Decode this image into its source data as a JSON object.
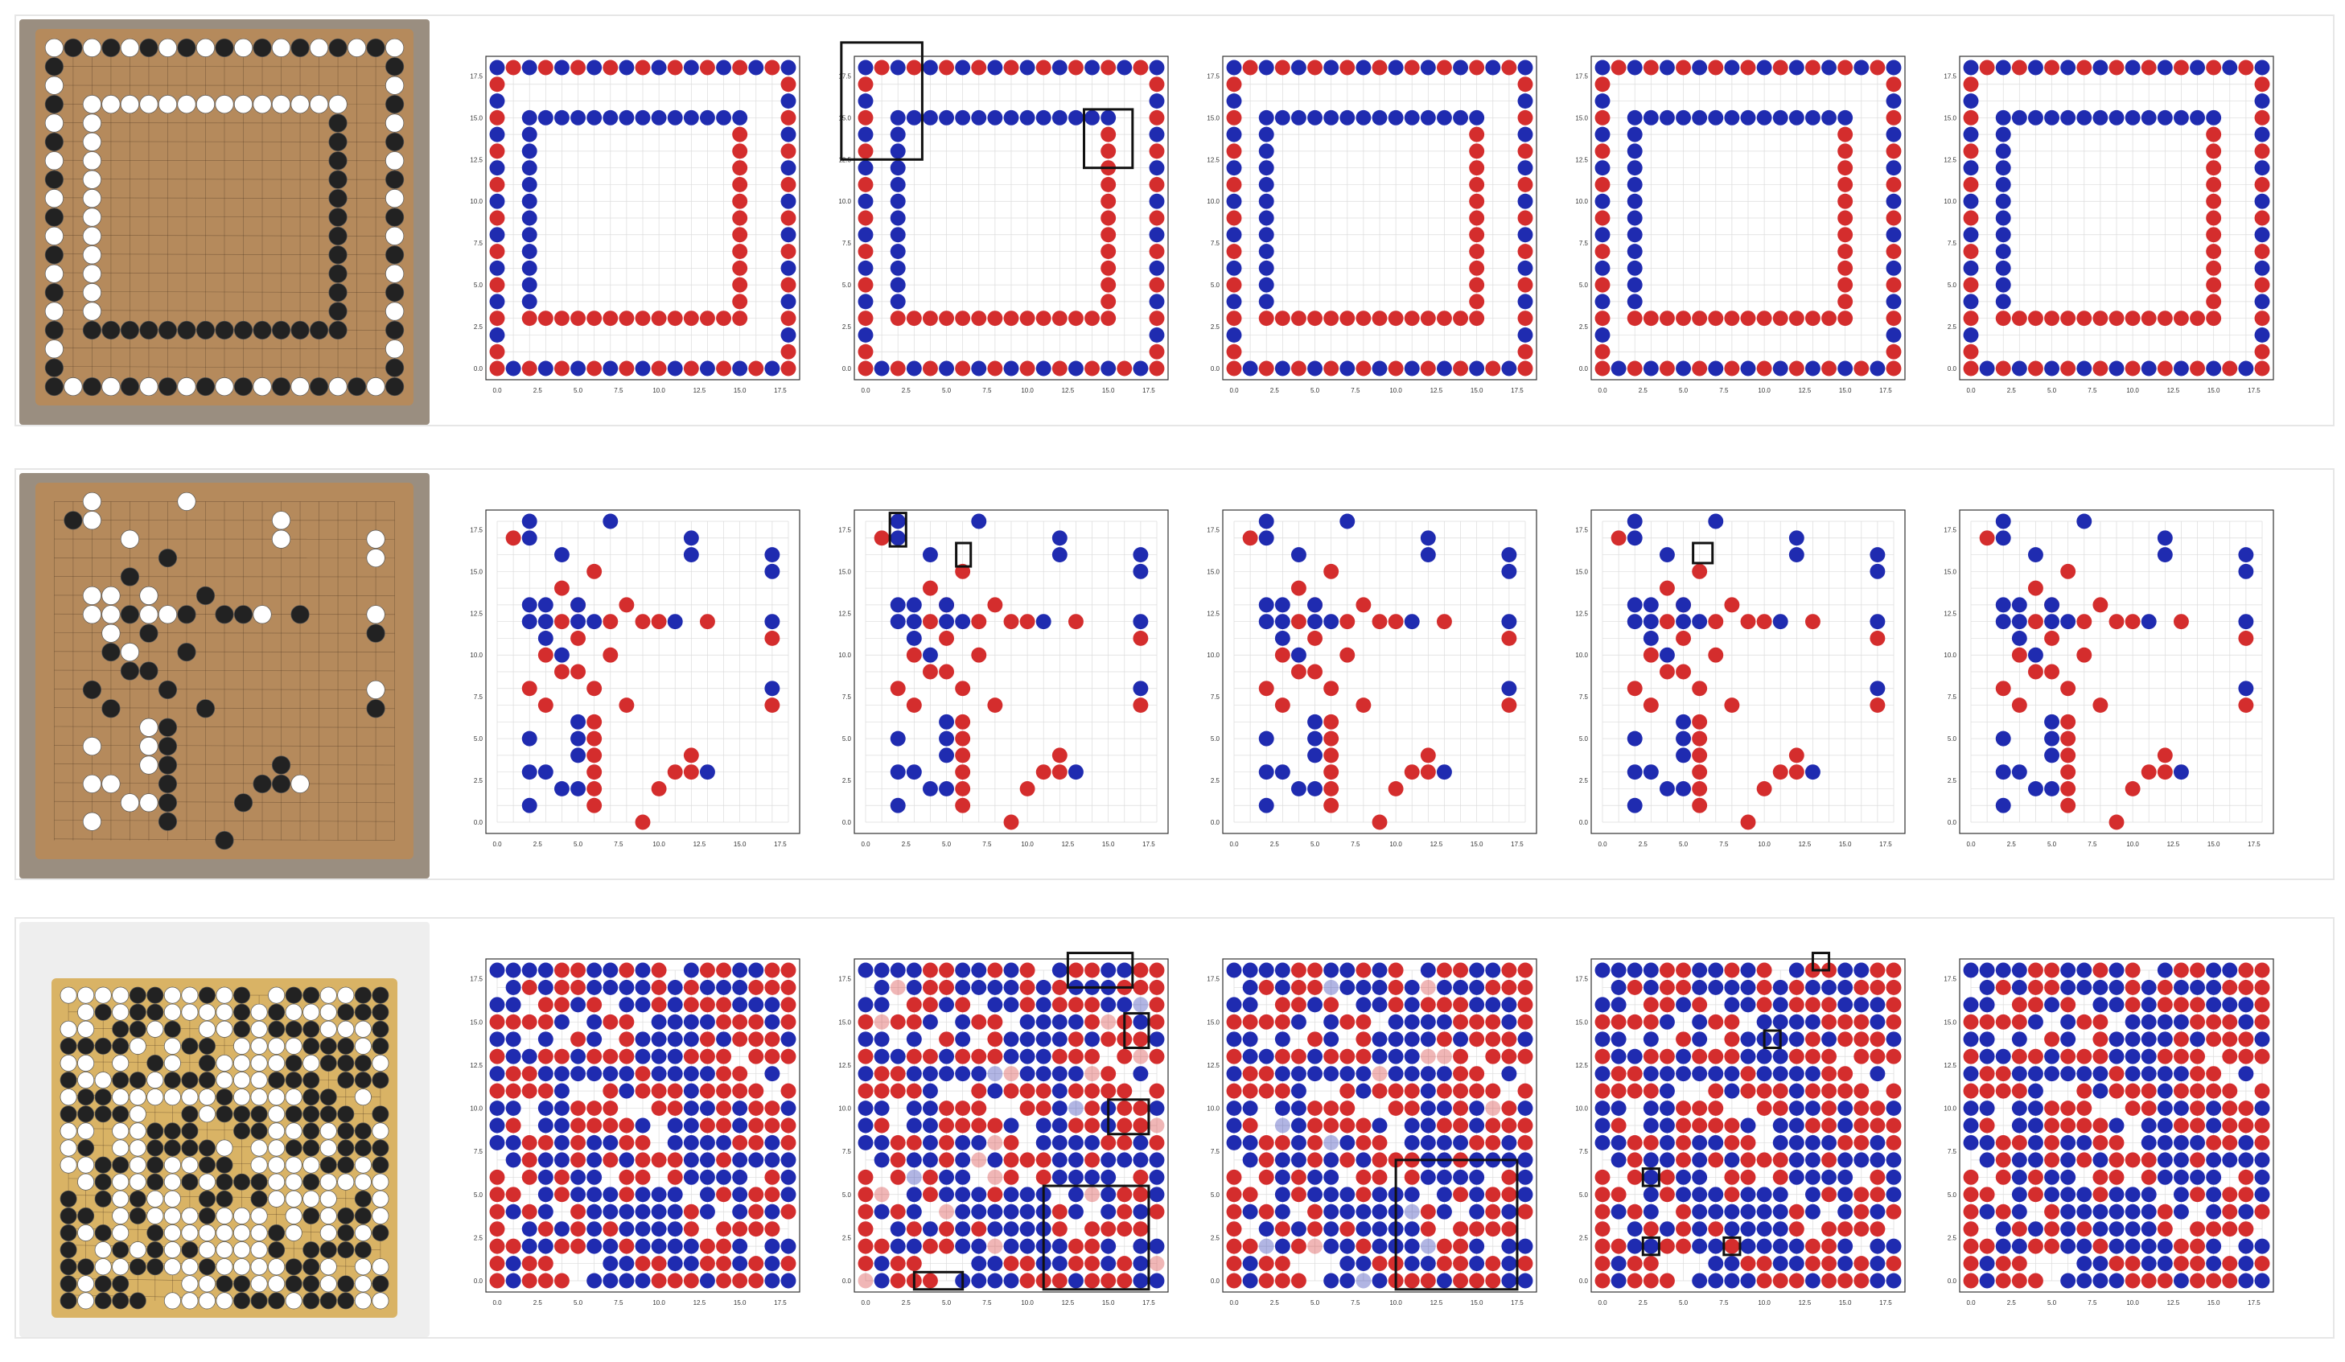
{
  "figure": {
    "rows": [
      {
        "name": "border-rings",
        "photo": {
          "board_color": "#b58a5c",
          "stone_colors": [
            "#222222",
            "#ffffff"
          ]
        },
        "panels": 5,
        "highlight_panel_indices": [
          1
        ],
        "tick_labels": [
          "0.0",
          "2.5",
          "5.0",
          "7.5",
          "10.0",
          "12.5",
          "15.0",
          "17.5"
        ]
      },
      {
        "name": "sparse-midgame",
        "photo": {
          "board_color": "#b58a5c",
          "stone_colors": [
            "#222222",
            "#ffffff"
          ]
        },
        "panels": 5,
        "highlight_panel_indices": [
          1,
          3
        ],
        "tick_labels": [
          "0.0",
          "2.5",
          "5.0",
          "7.5",
          "10.0",
          "12.5",
          "15.0",
          "17.5"
        ]
      },
      {
        "name": "full-board",
        "photo": {
          "board_color": "#d9b365",
          "stone_colors": [
            "#222222",
            "#ffffff"
          ]
        },
        "panels": 5,
        "highlight_panel_indices": [
          1,
          2,
          3
        ],
        "tick_labels": [
          "0.0",
          "2.5",
          "5.0",
          "7.5",
          "10.0",
          "12.5",
          "15.0",
          "17.5"
        ]
      }
    ],
    "colors": {
      "red_stone": "#d42d2d",
      "blue_stone": "#1f2bb0",
      "grid": "#dcdcdc",
      "highlight_box": "#111111"
    }
  }
}
